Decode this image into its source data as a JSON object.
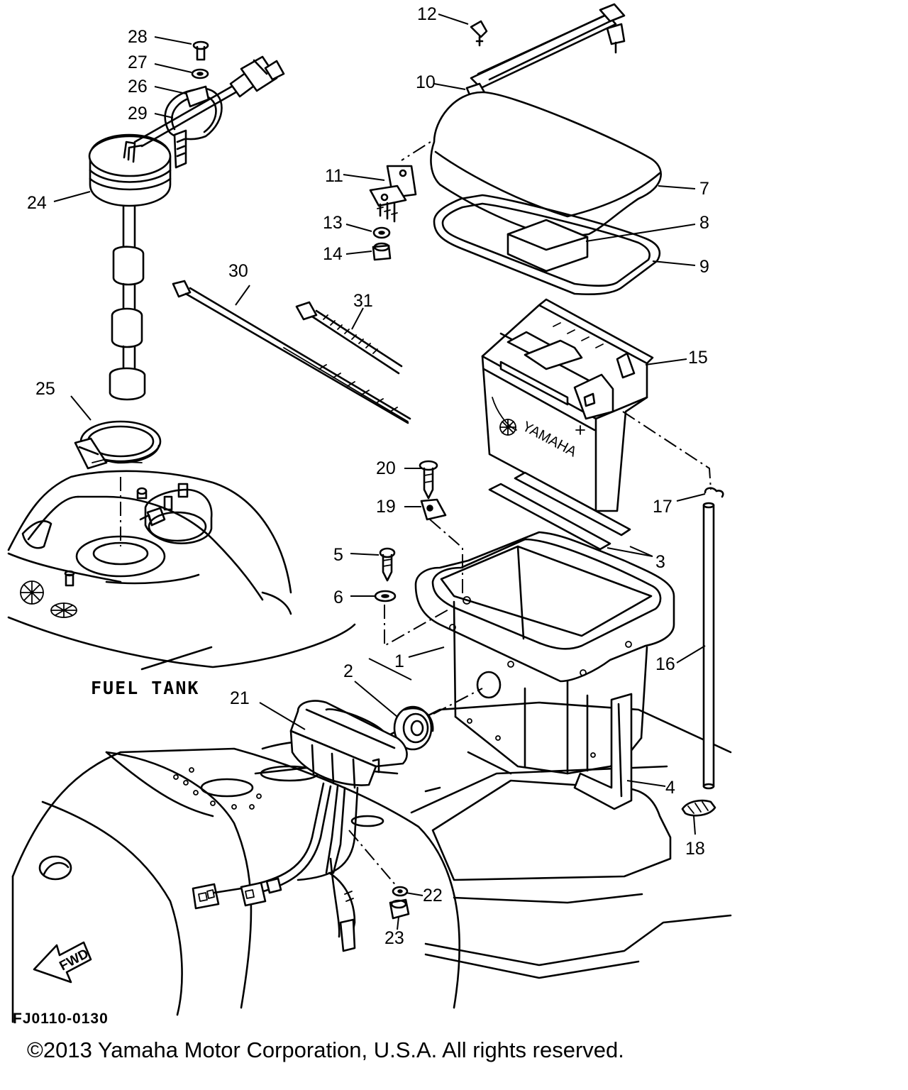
{
  "callouts": {
    "c1": "1",
    "c2": "2",
    "c3": "3",
    "c4": "4",
    "c5": "5",
    "c6": "6",
    "c7": "7",
    "c8": "8",
    "c9": "9",
    "c10": "10",
    "c11": "11",
    "c12": "12",
    "c13": "13",
    "c14": "14",
    "c15": "15",
    "c16": "16",
    "c17": "17",
    "c18": "18",
    "c19": "19",
    "c20": "20",
    "c21": "21",
    "c22": "22",
    "c23": "23",
    "c24": "24",
    "c25": "25",
    "c26": "26",
    "c27": "27",
    "c28": "28",
    "c29": "29",
    "c30": "30",
    "c31": "31"
  },
  "labels": {
    "fuel_tank": "FUEL TANK",
    "battery_brand": "YAMAHA",
    "fwd": "FWD",
    "figure_ref": "FJ0110-0130"
  },
  "copyright": "©2013 Yamaha Motor Corporation, U.S.A. All rights reserved."
}
